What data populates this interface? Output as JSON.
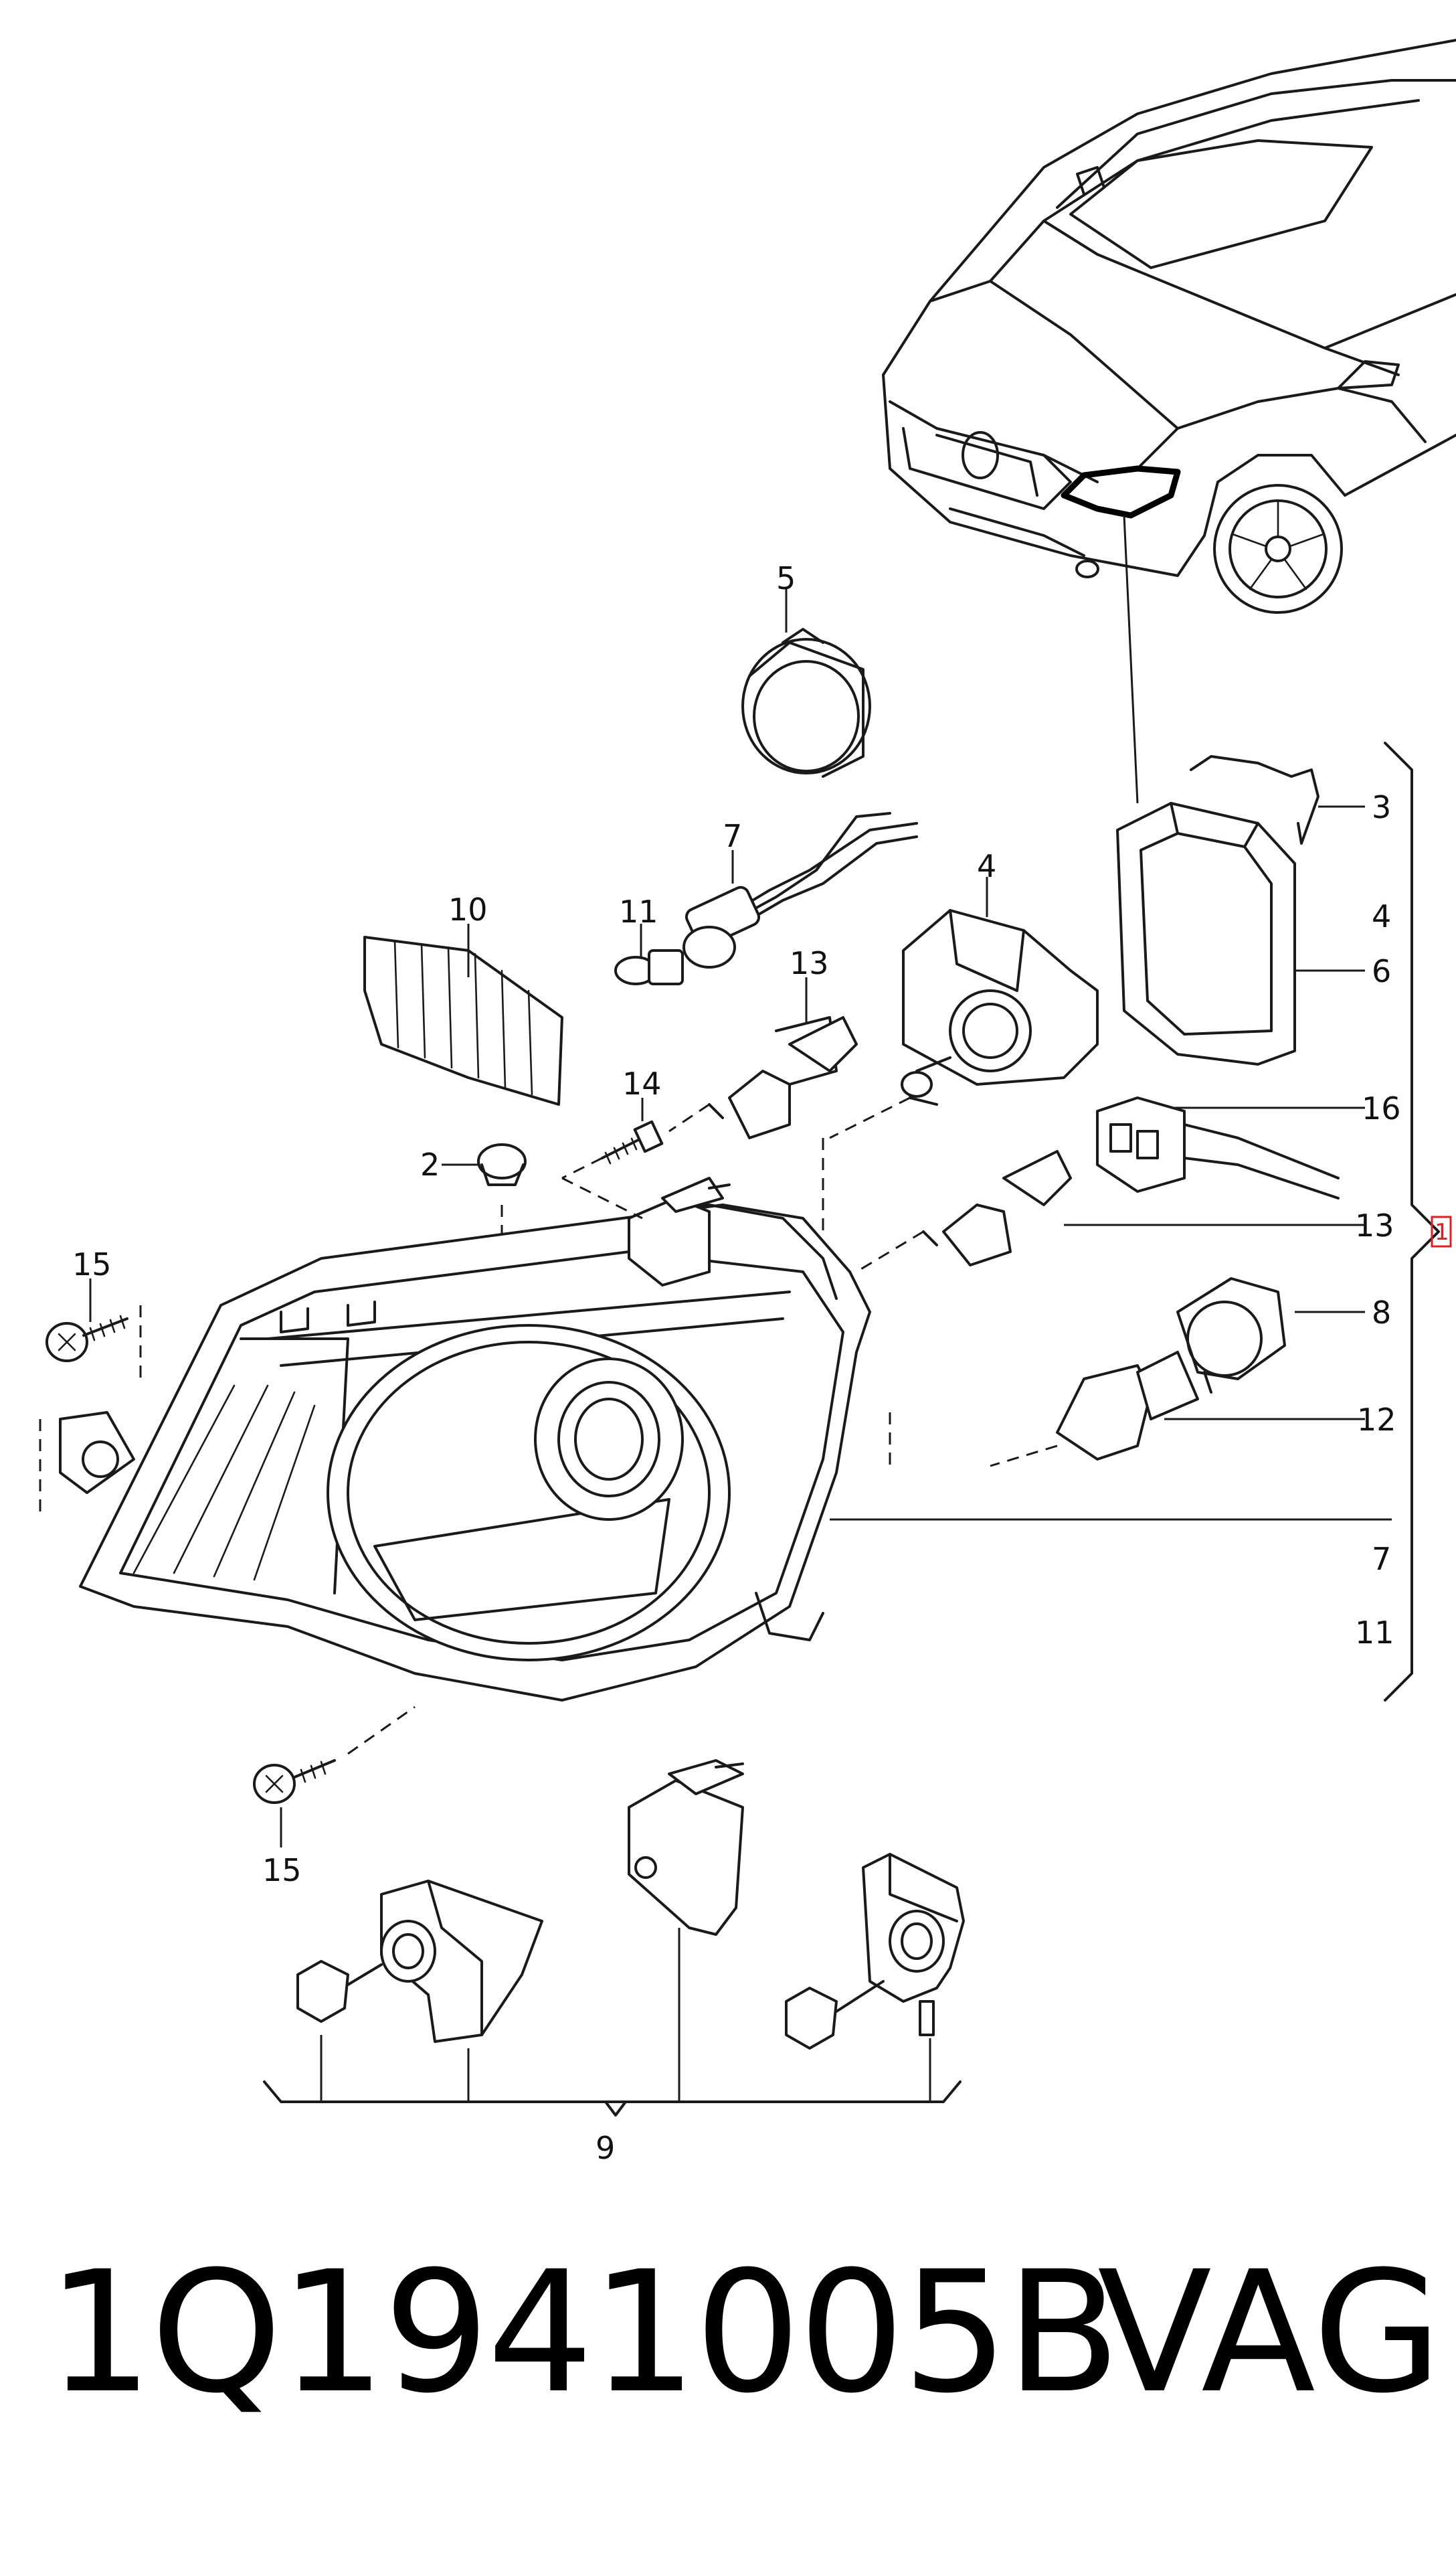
{
  "callouts": [
    {
      "id": "c5",
      "text": "5"
    },
    {
      "id": "c3",
      "text": "3"
    },
    {
      "id": "c4a",
      "text": "4"
    },
    {
      "id": "c4b",
      "text": "4"
    },
    {
      "id": "c6",
      "text": "6"
    },
    {
      "id": "c7a",
      "text": "7"
    },
    {
      "id": "c11a",
      "text": "11"
    },
    {
      "id": "c13a",
      "text": "13"
    },
    {
      "id": "c10",
      "text": "10"
    },
    {
      "id": "c14",
      "text": "14"
    },
    {
      "id": "c16",
      "text": "16"
    },
    {
      "id": "c2",
      "text": "2"
    },
    {
      "id": "c13b",
      "text": "13"
    },
    {
      "id": "c1",
      "text": "1"
    },
    {
      "id": "c15a",
      "text": "15"
    },
    {
      "id": "c8",
      "text": "8"
    },
    {
      "id": "c12",
      "text": "12"
    },
    {
      "id": "c7b",
      "text": "7"
    },
    {
      "id": "c11b",
      "text": "11"
    },
    {
      "id": "c15b",
      "text": "15"
    },
    {
      "id": "c9",
      "text": "9"
    }
  ],
  "footer": {
    "part_number": "1Q1941005B",
    "brand": "VAG"
  },
  "colors": {
    "line": "#1a1a1a",
    "reference_box": "#e02020"
  }
}
